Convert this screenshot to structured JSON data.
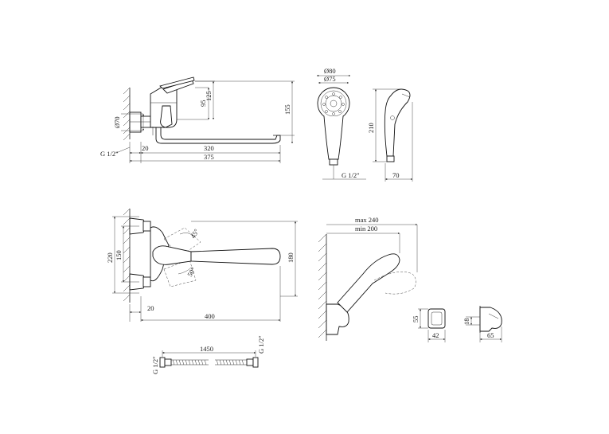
{
  "labels": {
    "front_95": "95",
    "front_125": "125",
    "front_155": "155",
    "front_d70": "Ø70",
    "front_g12": "G 1/2\"",
    "front_20": "20",
    "front_320": "320",
    "front_375": "375",
    "head_d80": "Ø80",
    "head_d75": "Ø75",
    "head_g12": "G 1/2\"",
    "head_210": "210",
    "head_70": "70",
    "top_220": "220",
    "top_150": "150",
    "top_180": "180",
    "top_45": "45°",
    "top_50": "50°",
    "top_20": "20",
    "top_400": "400",
    "wall_max": "max 240",
    "wall_min": "min 200",
    "holder_55": "55",
    "holder_42": "42",
    "holder_18": "18",
    "holder_65": "65",
    "hose_g12_left": "G 1/2\"",
    "hose_1450": "1450",
    "hose_g12_right": "G 1/2\""
  }
}
